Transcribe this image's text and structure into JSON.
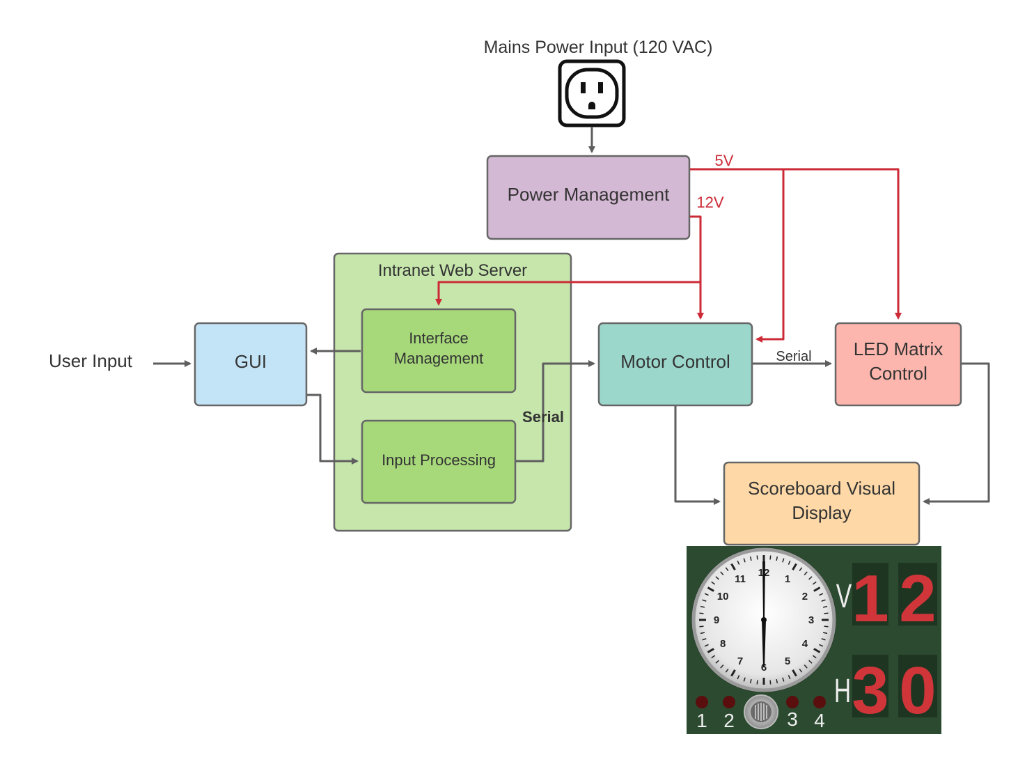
{
  "mains_label": "Mains Power Input (120 VAC)",
  "user_input_label": "User Input",
  "blocks": {
    "power_management": "Power Management",
    "web_server": "Intranet Web Server",
    "interface_mgmt_line1": "Interface",
    "interface_mgmt_line2": "Management",
    "input_processing": "Input Processing",
    "gui": "GUI",
    "motor_control": "Motor Control",
    "led_line1": "LED Matrix",
    "led_line2": "Control",
    "scoreboard_line1": "Scoreboard Visual",
    "scoreboard_line2": "Display"
  },
  "connections": {
    "five_volt": "5V",
    "twelve_volt": "12V",
    "serial_motor_led": "Serial",
    "serial_input_motor": "Serial"
  },
  "scoreboard": {
    "visitor_letter": "V",
    "home_letter": "H",
    "visitor_digit1": "1",
    "visitor_digit2": "2",
    "home_digit1": "3",
    "home_digit2": "0",
    "lamp_labels": [
      "1",
      "2",
      "3",
      "4"
    ],
    "clock_numbers": [
      "12",
      "1",
      "2",
      "3",
      "4",
      "5",
      "6",
      "7",
      "8",
      "9",
      "10",
      "11"
    ]
  },
  "colors": {
    "power_fill": "#d4b9d4",
    "server_fill": "#c6e6ac",
    "inner_fill": "#a7d97b",
    "gui_fill": "#c3e4f6",
    "motor_fill": "#9cd7cc",
    "led_fill": "#fdb6ad",
    "scoreboard_fill": "#fed9a7",
    "power_line": "#cc2a36",
    "data_line": "#5e5e5e",
    "board_green": "#2b4a2f",
    "digit_red": "#d0353a"
  }
}
